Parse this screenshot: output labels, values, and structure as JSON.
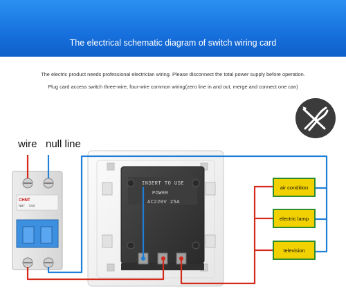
{
  "header": {
    "title": "The electrical schematic diagram of switch wiring card"
  },
  "notices": {
    "line1": "The electric product needs professional electrician wiring. Please disconnect the total power supply before operation.",
    "line2": "Plug card access switch three-wire, four-wire common wiring(zero line in and out, merge and connect one can)"
  },
  "labels": {
    "wire": "wire",
    "null_line": "null line"
  },
  "breaker": {
    "brand": "CHNT",
    "model": "NB7",
    "rating": "C63"
  },
  "switch_module": {
    "line1": "INSERT TO USE",
    "line2": "POWER",
    "line3": "AC220V 25A"
  },
  "devices": [
    {
      "label": "air condition"
    },
    {
      "label": "electric lamp"
    },
    {
      "label": "television"
    }
  ],
  "colors": {
    "banner": "#1873e0",
    "live_wire": "#d42a1c",
    "neutral_wire": "#1f7fd6",
    "device_box": "#f2d100",
    "device_border": "#2e8b2e"
  },
  "icons": {
    "tool_badge": "pliers-screwdriver-icon"
  }
}
